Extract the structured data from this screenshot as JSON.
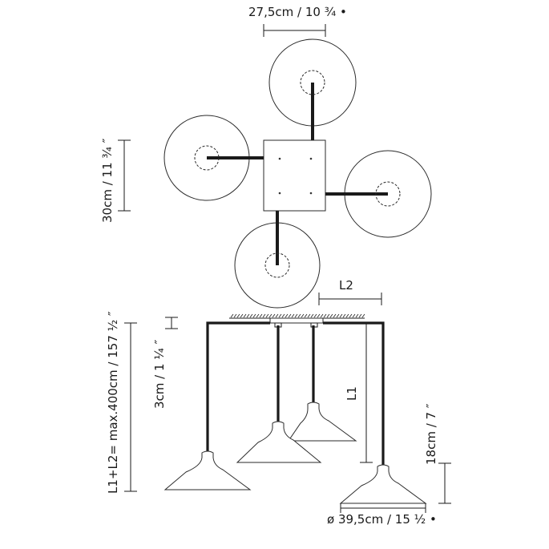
{
  "dimensions": {
    "top_width": "27,5cm / 10 ¾ •",
    "left_height": "30cm / 11 ¾ ″",
    "l2": "L2",
    "total_length": "L1+L2= max.400cm / 157 ½ ″",
    "canopy_height": "3cm / 1 ¼ ″",
    "l1": "L1",
    "shade_height": "18cm / 7 ″",
    "shade_diameter": "ø 39,5cm / 15 ½ •"
  },
  "colors": {
    "line": "#1a1a1a",
    "background": "#ffffff"
  }
}
